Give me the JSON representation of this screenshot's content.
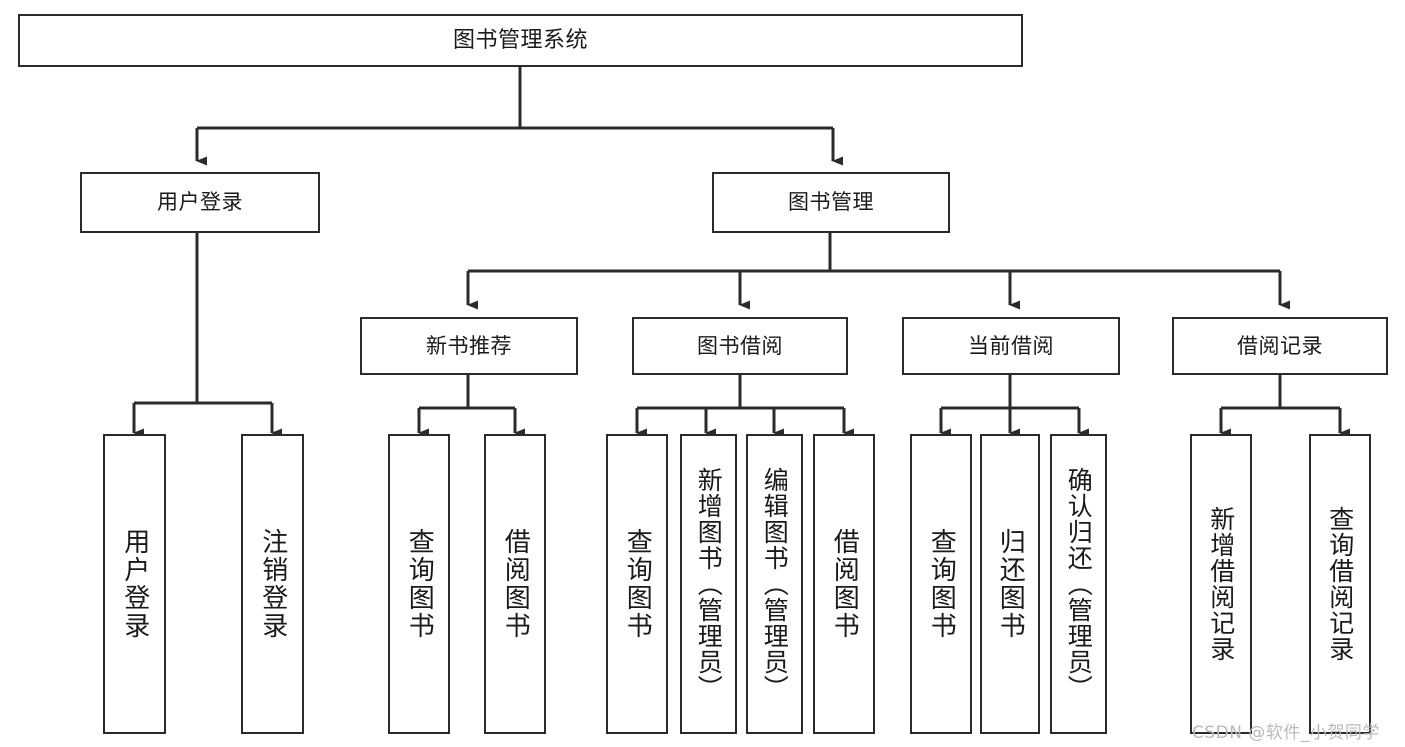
{
  "diagram": {
    "type": "hierarchy-tree",
    "title_node": {
      "id": "root",
      "label": "图书管理系统"
    },
    "level2": [
      {
        "id": "user-login",
        "label": "用户登录"
      },
      {
        "id": "book-manage",
        "label": "图书管理"
      }
    ],
    "level3": [
      {
        "id": "new-book-recommend",
        "label": "新书推荐",
        "parent": "book-manage"
      },
      {
        "id": "book-borrow",
        "label": "图书借阅",
        "parent": "book-manage"
      },
      {
        "id": "current-borrow",
        "label": "当前借阅",
        "parent": "book-manage"
      },
      {
        "id": "borrow-record",
        "label": "借阅记录",
        "parent": "book-manage"
      }
    ],
    "leaves": {
      "user_login": [
        {
          "id": "leaf-user-login",
          "label": "用户登录"
        },
        {
          "id": "leaf-user-logout",
          "label": "注销登录"
        }
      ],
      "new_book_recommend": [
        {
          "id": "leaf-query-book-1",
          "label": "查询图书"
        },
        {
          "id": "leaf-borrow-book-1",
          "label": "借阅图书"
        }
      ],
      "book_borrow": [
        {
          "id": "leaf-query-book-2",
          "label": "查询图书"
        },
        {
          "id": "leaf-add-book",
          "label": "新增图书（管理员）"
        },
        {
          "id": "leaf-edit-book",
          "label": "编辑图书（管理员）"
        },
        {
          "id": "leaf-borrow-book-2",
          "label": "借阅图书"
        }
      ],
      "current_borrow": [
        {
          "id": "leaf-query-book-3",
          "label": "查询图书"
        },
        {
          "id": "leaf-return-book",
          "label": "归还图书"
        },
        {
          "id": "leaf-confirm-return",
          "label": "确认归还（管理员）"
        }
      ],
      "borrow_record": [
        {
          "id": "leaf-add-record",
          "label": "新增借阅记录"
        },
        {
          "id": "leaf-query-record",
          "label": "查询借阅记录"
        }
      ]
    }
  },
  "watermark": {
    "text": "CSDN @软件_小贺同学"
  },
  "colors": {
    "stroke": "#2b2b2b",
    "fill": "#ffffff",
    "text": "#1a1a1a",
    "watermark": "#b9b9b9"
  }
}
